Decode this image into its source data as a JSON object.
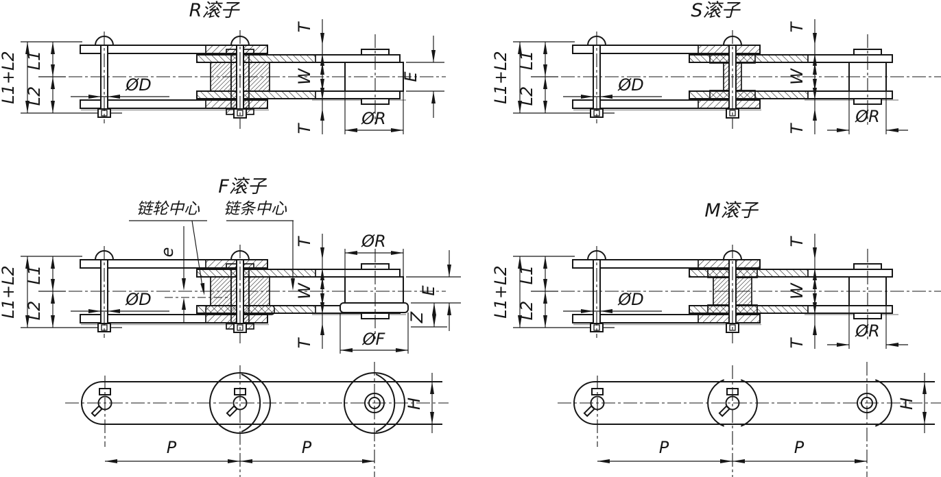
{
  "page": {
    "background": "#ffffff",
    "line_color": "#161616",
    "shadow_line_color": "#9a9a9a"
  },
  "panels": {
    "r": {
      "title": "R滚子"
    },
    "s": {
      "title": "S滚子"
    },
    "f": {
      "title": "F滚子",
      "callout_sprocket": "链轮中心",
      "callout_chain": "链条中心"
    },
    "m": {
      "title": "M滚子"
    }
  },
  "labels": {
    "l1l2": "L1+L2",
    "l1": "L1",
    "l2": "L2",
    "dia_d": "ØD",
    "t": "T",
    "w": "W",
    "e_cap": "E",
    "dia_r": "ØR",
    "dia_f": "ØF",
    "z": "Z",
    "e_offset": "e",
    "p": "P",
    "h": "H"
  }
}
